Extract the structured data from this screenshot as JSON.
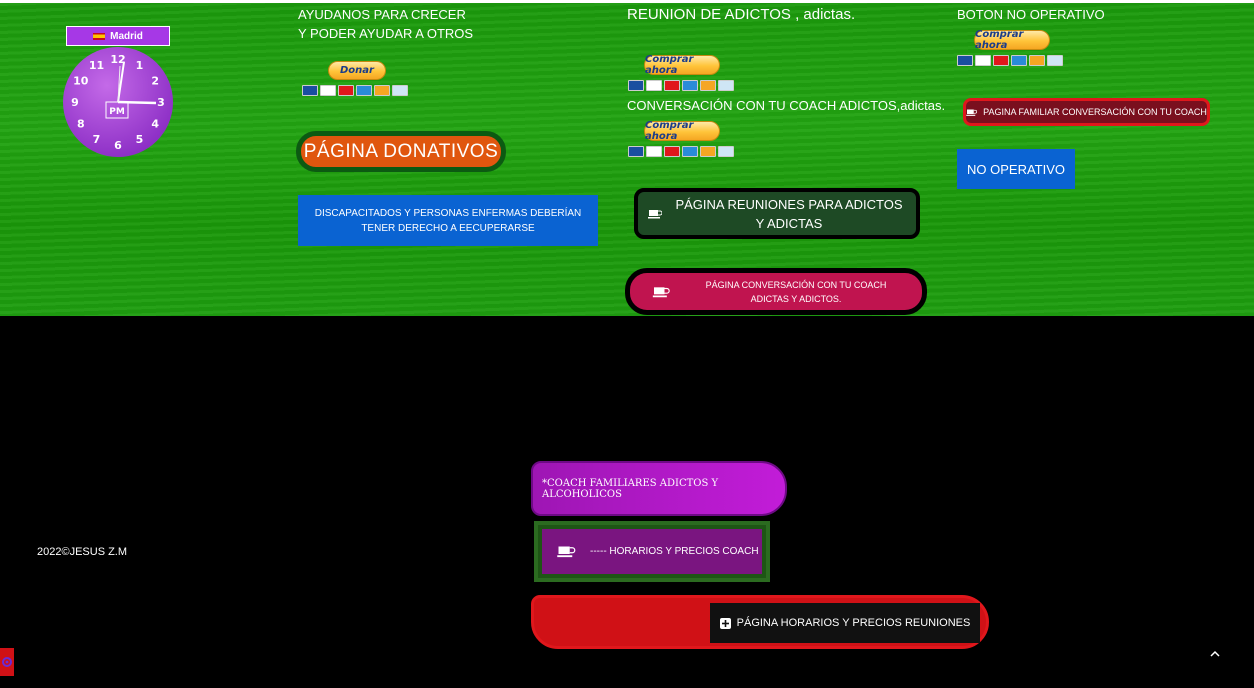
{
  "clock": {
    "city": "Madrid",
    "period": "PM",
    "numbers": [
      "12",
      "1",
      "2",
      "3",
      "4",
      "5",
      "6",
      "7",
      "8",
      "9",
      "10",
      "11"
    ]
  },
  "donate_col": {
    "line1": "AYUDANOS PARA CRECER",
    "line2": "Y PODER AYUDAR A OTROS",
    "donar_button": "Donar",
    "donativos_button": "PÁGINA DONATIVOS",
    "discapacitados_button": "DISCAPACITADOS Y PERSONAS ENFERMAS DEBERÍAN TENER DERECHO A EECUPERARSE"
  },
  "meetings_col": {
    "heading": "REUNION DE ADICTOS , adictas.",
    "buy1": "Comprar ahora",
    "coach_text": "CONVERSACIÓN CON TU COACH ADICTOS,adictas.",
    "buy2": "Comprar ahora",
    "reuniones_button": "PÁGINA REUNIONES PARA ADICTOS Y ADICTAS",
    "conversacion_button": "PÁGINA CONVERSACIÓN CON TU COACH ADICTAS Y ADICTOS."
  },
  "right_col": {
    "heading": "BOTON NO OPERATIVO",
    "buy": "Comprar ahora",
    "familiar_button": "PAGINA FAMILIAR CONVERSACIÓN CON TU COACH",
    "no_operativo_button": "NO OPERATIVO"
  },
  "footer": {
    "copyright": "2022©JESUS Z.M",
    "coach_familiares_button": "*COACH FAMILIARES ADICTOS Y ALCOHOLICOS",
    "horarios_coach_button": "----- HORARIOS Y PRECIOS COACH",
    "horarios_reuniones_button": "PÁGINA HORARIOS Y PRECIOS REUNIONES"
  },
  "colors": {
    "green_bg": "#1e9e10",
    "orange": "#e0560e",
    "blue": "#0a63d2",
    "magenta": "#c0144f",
    "purple": "#a638e6",
    "red": "#d01116"
  }
}
